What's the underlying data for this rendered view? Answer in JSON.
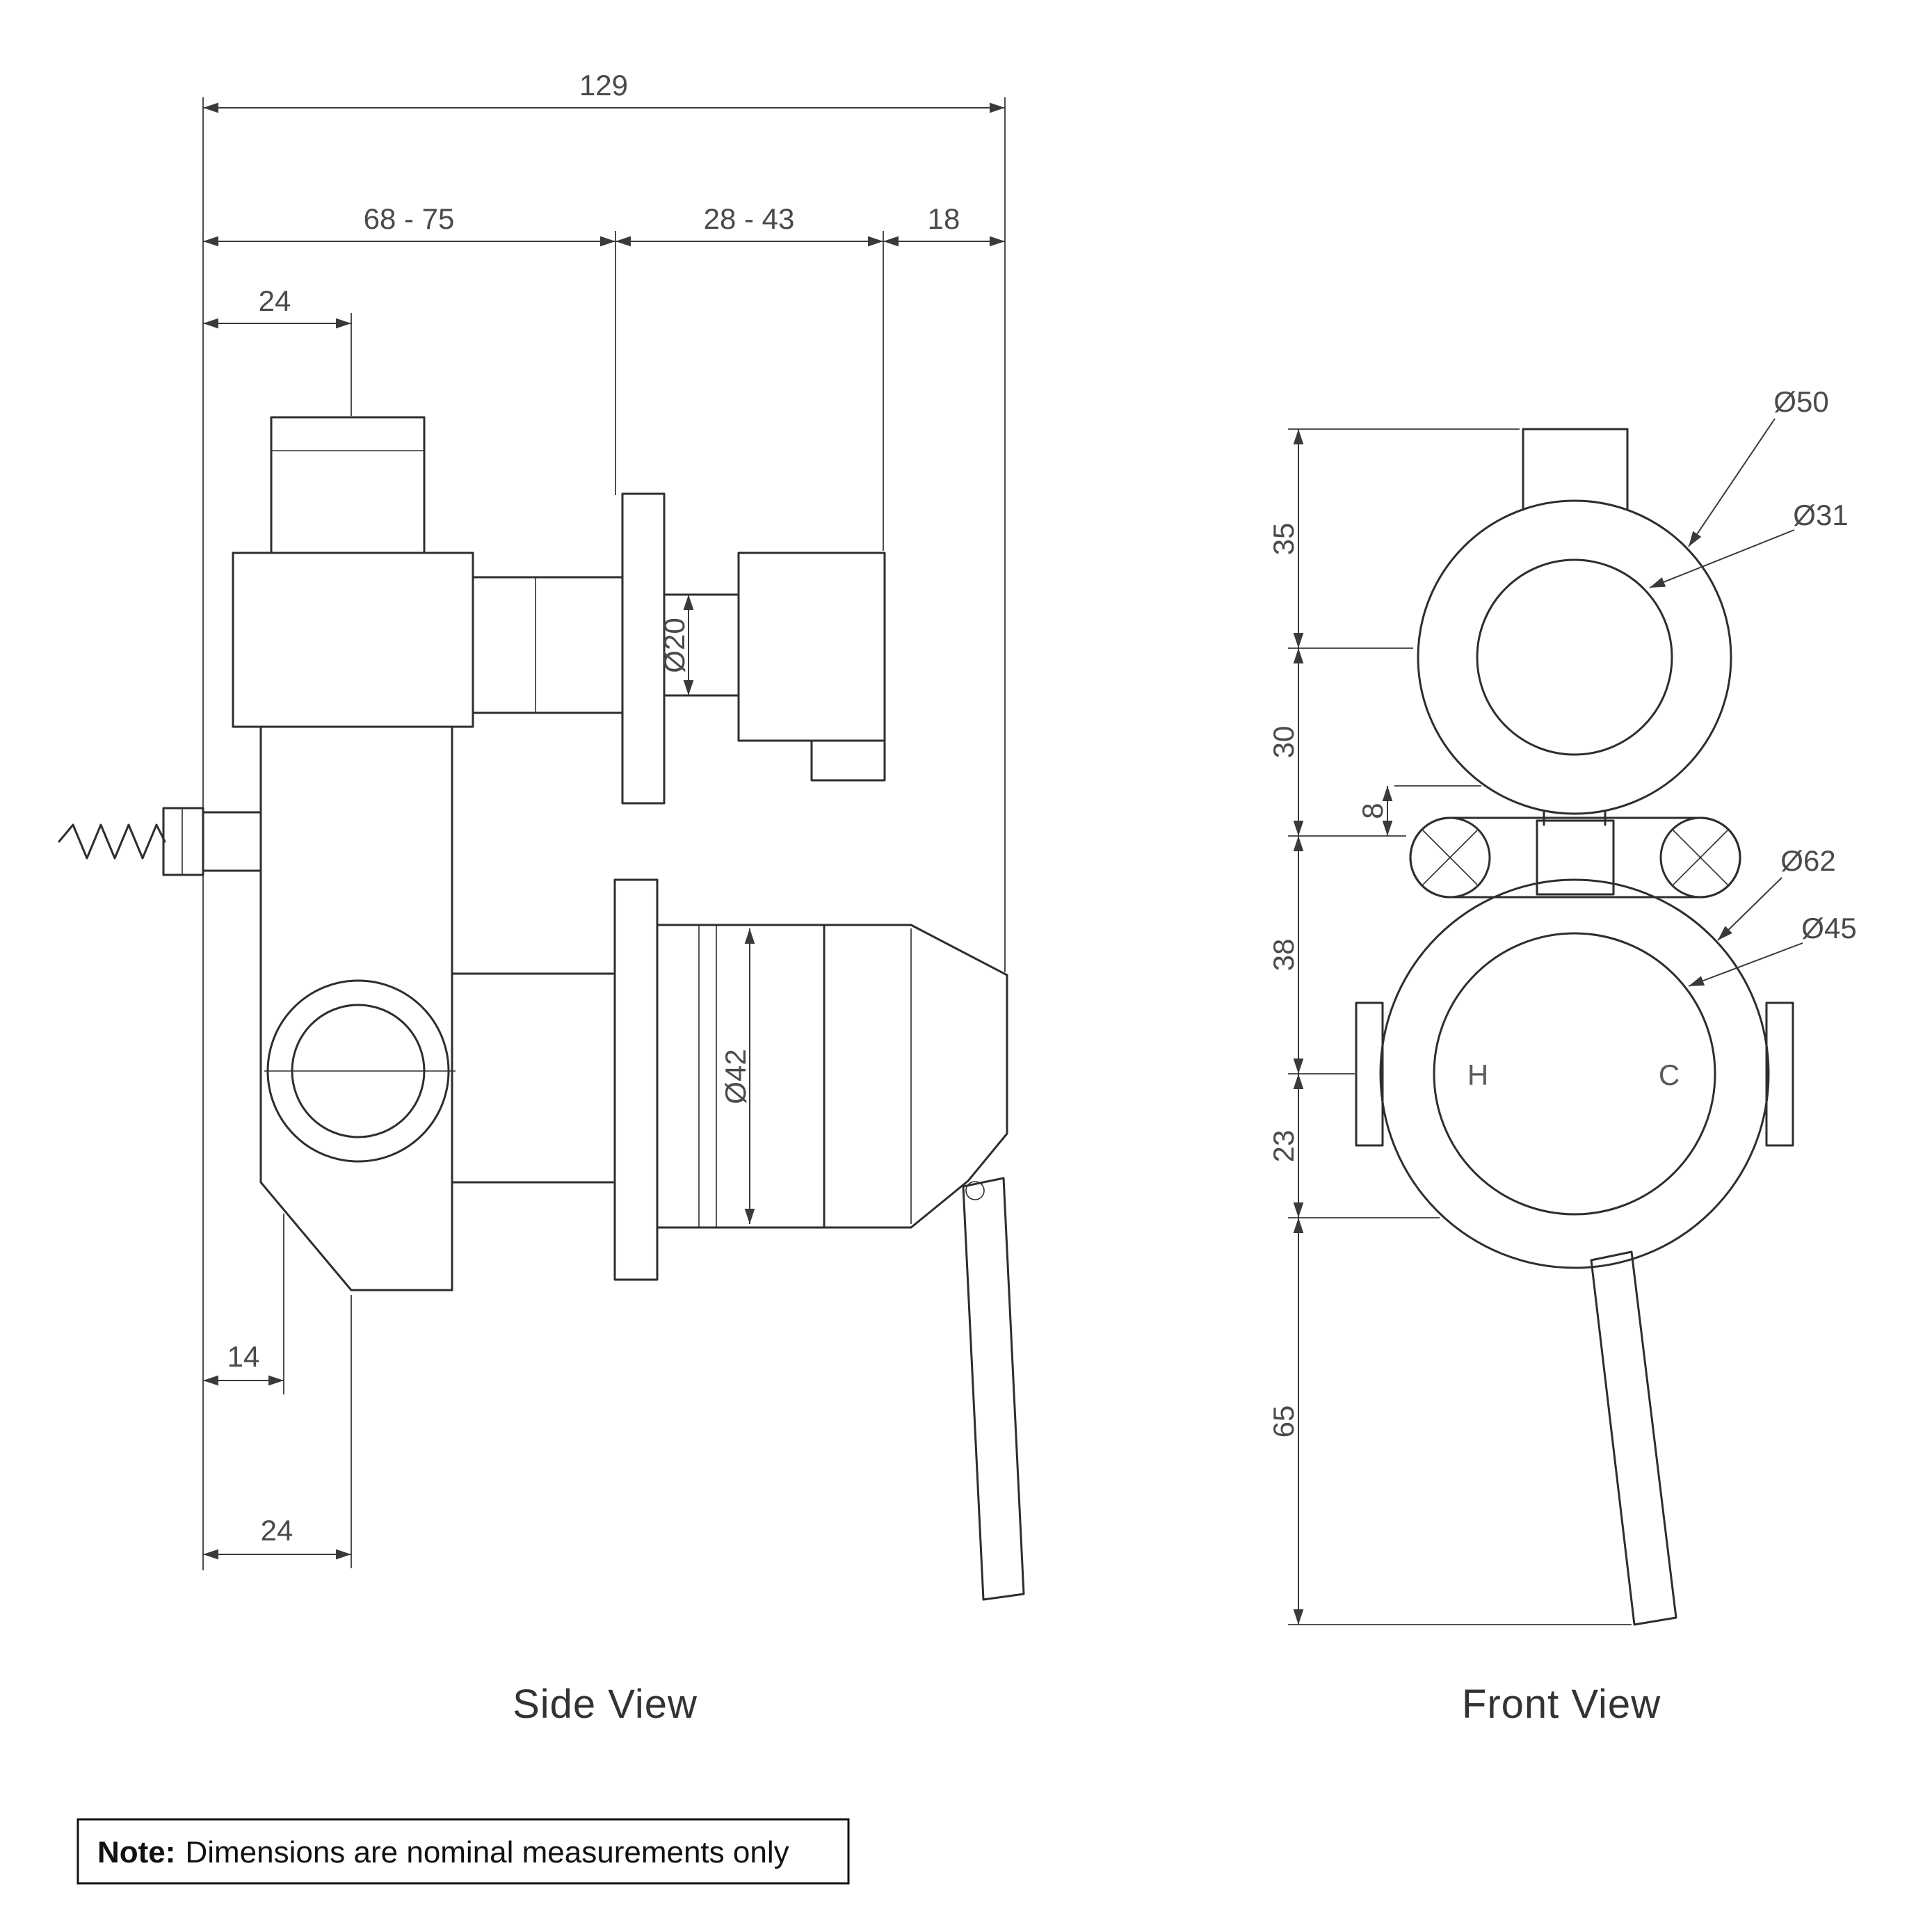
{
  "side_view": {
    "label": "Side View",
    "dims": {
      "d129": "129",
      "d68_75": "68 - 75",
      "d28_43": "28 - 43",
      "d18": "18",
      "d24_top": "24",
      "d20": "Ø20",
      "d42": "Ø42",
      "d14": "14",
      "d24_bottom": "24"
    }
  },
  "front_view": {
    "label": "Front View",
    "dims": {
      "d35": "35",
      "d30": "30",
      "d8": "8",
      "d38": "38",
      "d23": "23",
      "d65": "65",
      "d50": "Ø50",
      "d31": "Ø31",
      "d62": "Ø62",
      "d45": "Ø45"
    },
    "markings": {
      "hot": "H",
      "cold": "C"
    }
  },
  "note": {
    "prefix": "Note:",
    "text": "Dimensions are nominal measurements only"
  },
  "colors": {
    "line": "#2e2e2e",
    "dim_text": "#4a4a4a"
  }
}
